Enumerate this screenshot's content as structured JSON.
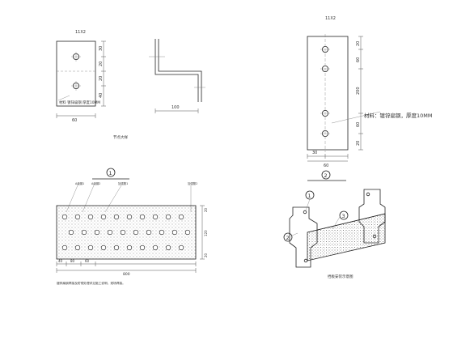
{
  "drawing": {
    "a": {
      "label": "11X2",
      "dims_right": [
        "30",
        "20",
        "20",
        "40"
      ],
      "dim_bottom": "60",
      "note": "材料  镀锌扁钢  厚度10MM",
      "caption": "节点大样"
    },
    "b": {
      "dim_bottom": "100"
    },
    "c": {
      "label": "11X2",
      "dims_right": [
        "20",
        "60",
        "200",
        "60",
        "20"
      ],
      "dims_bottom": [
        "30",
        "60"
      ],
      "note": "材料：镀锌扁钢，厚度10MM",
      "circle": "2"
    },
    "d": {
      "circle": "1",
      "top_labels": [
        "A级钢1",
        "A级钢2",
        "加强筋1",
        "加强筋2"
      ],
      "dims_bottom": [
        "40",
        "80",
        "60"
      ],
      "dim_total": "800",
      "dim_right_top": "20",
      "dim_right_mid": "120",
      "dim_right_bot": "20",
      "note": "镀锌扁钢焊接及防锈处理详见施工说明，现场焊接。"
    },
    "e": {
      "callouts": [
        "1",
        "2",
        "3"
      ],
      "caption": "挡板安装示意图"
    }
  }
}
